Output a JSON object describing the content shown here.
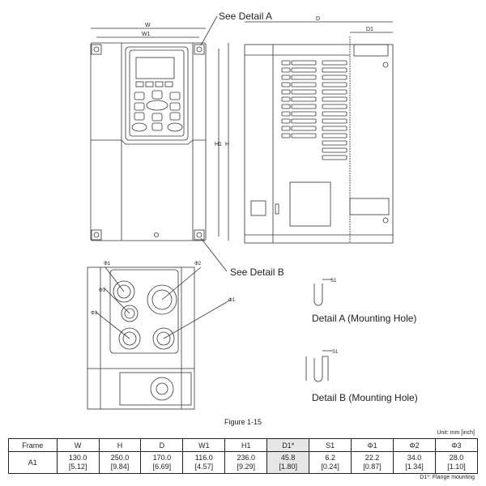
{
  "drawing": {
    "callout_a": "See Detail A",
    "callout_b": "See Detail B",
    "dim_w": "W",
    "dim_w1": "W1",
    "dim_h": "H",
    "dim_h1": "H1",
    "dim_d": "D",
    "dim_d1": "D1",
    "phi1": "Φ1",
    "phi2": "Φ2",
    "phi3": "Φ3",
    "detail_a_label": "Detail A (Mounting Hole)",
    "detail_b_label": "Detail B (Mounting Hole)",
    "s1": "S1"
  },
  "figure_caption": "Figure 1-15",
  "unit_note": "Unit: mm [inch]",
  "footnote": "D1*: Flange mounting",
  "table": {
    "headers": [
      "Frame",
      "W",
      "H",
      "D",
      "W1",
      "H1",
      "D1*",
      "S1",
      "Φ1",
      "Φ2",
      "Φ3"
    ],
    "row": {
      "frame": "A1",
      "mm": [
        "130.0",
        "250.0",
        "170.0",
        "116.0",
        "236.0",
        "45.8",
        "6.2",
        "22.2",
        "34.0",
        "28.0"
      ],
      "inch": [
        "[5.12]",
        "[9.84]",
        "[6.69]",
        "[4.57]",
        "[9.29]",
        "[1.80]",
        "[0.24]",
        "[0.87]",
        "[1.34]",
        "[1.10]"
      ]
    }
  }
}
